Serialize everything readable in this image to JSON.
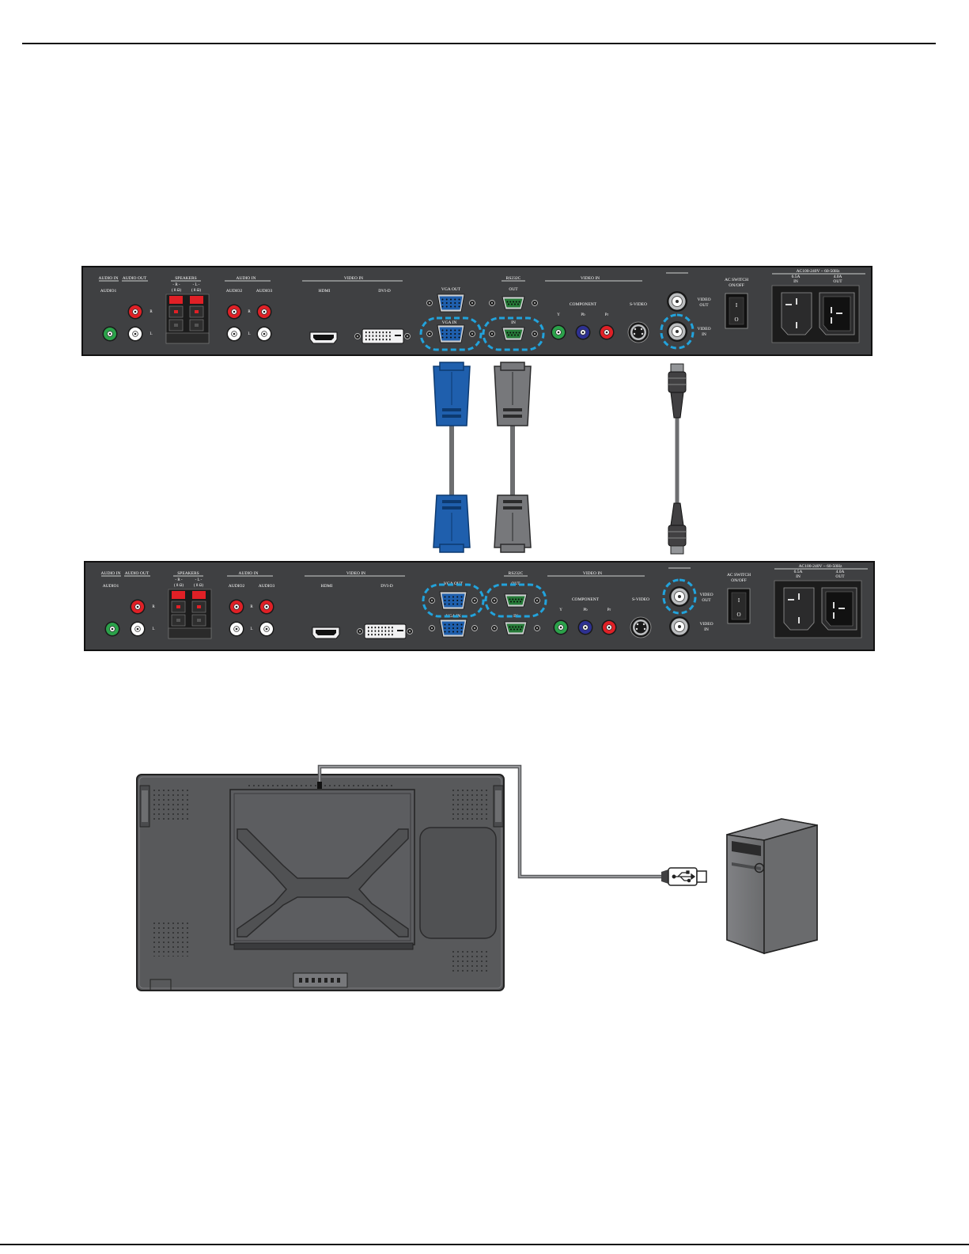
{
  "panels": [
    {
      "labels": {
        "audio_in": "AUDIO IN",
        "audio_out": "AUDIO OUT",
        "audio1": "AUDIO1",
        "r": "R",
        "l": "L",
        "speakers": "SPEAKERS",
        "spk_right": "- R -",
        "spk_left": "- L -",
        "ohm": "( 8 Ω)",
        "audio_in2": "AUDIO IN",
        "audio2": "AUDIO2",
        "audio3": "AUDIO3",
        "video_in": "VIDEO IN",
        "hdmi": "HDMI",
        "dvi": "DVI-D",
        "vga_out": "VGA OUT",
        "vga_in": "VGA IN",
        "rs232c": "RS232C",
        "out": "OUT",
        "in": "IN",
        "video_in2": "VIDEO IN",
        "component": "COMPONENT",
        "y": "Y",
        "pb": "Pb",
        "pr": "Pr",
        "svideo": "S-VIDEO",
        "video_out_a": "VIDEO",
        "video_out_b": "OUT",
        "video_in_a": "VIDEO",
        "video_in_b": "IN",
        "ac_switch": "AC SWITCH",
        "on_off": "ON/OFF",
        "ac_range": "AC100-240V ~ 60-50Hz",
        "amp_in": "6.5A",
        "in_word": "IN",
        "amp_out": "4.0A",
        "out_word": "OUT",
        "sw_on": "I",
        "sw_off": "O"
      }
    },
    {
      "labels": {
        "audio_in": "AUDIO IN",
        "audio_out": "AUDIO OUT",
        "audio1": "AUDIO1",
        "r": "R",
        "l": "L",
        "speakers": "SPEAKERS",
        "spk_right": "- R -",
        "spk_left": "- L -",
        "ohm": "( 8 Ω)",
        "audio_in2": "AUDIO IN",
        "audio2": "AUDIO2",
        "audio3": "AUDIO3",
        "video_in": "VIDEO IN",
        "hdmi": "HDMI",
        "dvi": "DVI-D",
        "vga_out": "VGA OUT",
        "vga_in": "VGA IN",
        "rs232c": "RS232C",
        "out": "OUT",
        "in": "IN",
        "video_in2": "VIDEO IN",
        "component": "COMPONENT",
        "y": "Y",
        "pb": "Pb",
        "pr": "Pr",
        "svideo": "S-VIDEO",
        "video_out_a": "VIDEO",
        "video_out_b": "OUT",
        "video_in_a": "VIDEO",
        "video_in_b": "IN",
        "ac_switch": "AC SWITCH",
        "on_off": "ON/OFF",
        "ac_range": "AC100-240V ~ 60-50Hz",
        "amp_in": "6.5A",
        "in_word": "IN",
        "amp_out": "4.0A",
        "out_word": "OUT",
        "sw_on": "I",
        "sw_off": "O"
      }
    }
  ],
  "colors": {
    "panel": "#3f4042",
    "vga": "#1f5fad",
    "serial": "#267a38",
    "highlight": "#22a3dc",
    "cable_gray": "#6d6e70",
    "red": "#e02026",
    "green_jack": "#2ba24a",
    "blue_jack": "#2e3192",
    "monitor": "#58595b",
    "pc": "#6d6e70"
  },
  "icons": [
    "vga-connector",
    "serial-connector",
    "bnc-connector",
    "usb-plug",
    "usb-icon",
    "computer-tower-icon",
    "monitor-rear"
  ]
}
